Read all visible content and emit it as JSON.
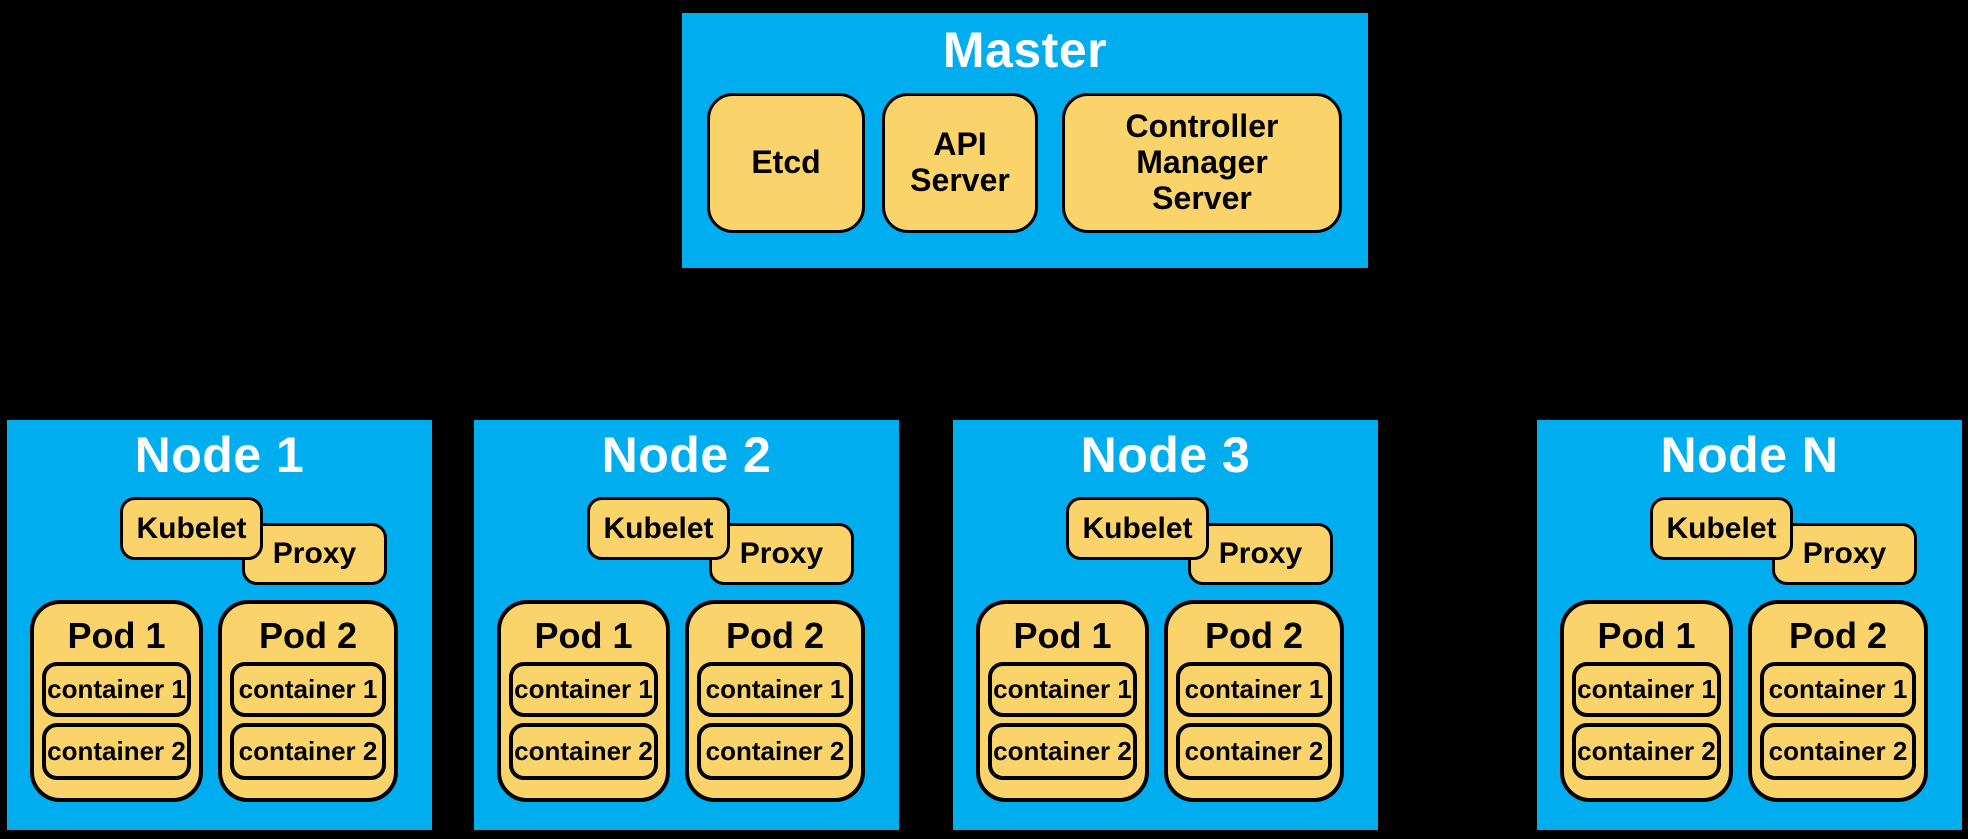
{
  "colors": {
    "background": "#000000",
    "panel": "#00AEEF",
    "box_fill": "#FAD46A",
    "outline": "#000000",
    "panel_title": "#FFFFFF",
    "label_text": "#000000"
  },
  "master": {
    "title": "Master",
    "components": [
      {
        "label": "Etcd"
      },
      {
        "label": "API Server"
      },
      {
        "label": "Controller Manager Server"
      }
    ]
  },
  "nodes": [
    {
      "title": "Node 1",
      "kubelet_label": "Kubelet",
      "proxy_label": "Proxy",
      "pods": [
        {
          "title": "Pod 1",
          "containers": [
            {
              "label": "container 1"
            },
            {
              "label": "container 2"
            }
          ]
        },
        {
          "title": "Pod 2",
          "containers": [
            {
              "label": "container 1"
            },
            {
              "label": "container 2"
            }
          ]
        }
      ]
    },
    {
      "title": "Node 2",
      "kubelet_label": "Kubelet",
      "proxy_label": "Proxy",
      "pods": [
        {
          "title": "Pod 1",
          "containers": [
            {
              "label": "container 1"
            },
            {
              "label": "container 2"
            }
          ]
        },
        {
          "title": "Pod 2",
          "containers": [
            {
              "label": "container 1"
            },
            {
              "label": "container 2"
            }
          ]
        }
      ]
    },
    {
      "title": "Node 3",
      "kubelet_label": "Kubelet",
      "proxy_label": "Proxy",
      "pods": [
        {
          "title": "Pod 1",
          "containers": [
            {
              "label": "container 1"
            },
            {
              "label": "container 2"
            }
          ]
        },
        {
          "title": "Pod 2",
          "containers": [
            {
              "label": "container 1"
            },
            {
              "label": "container 2"
            }
          ]
        }
      ]
    },
    {
      "title": "Node N",
      "kubelet_label": "Kubelet",
      "proxy_label": "Proxy",
      "pods": [
        {
          "title": "Pod 1",
          "containers": [
            {
              "label": "container 1"
            },
            {
              "label": "container 2"
            }
          ]
        },
        {
          "title": "Pod 2",
          "containers": [
            {
              "label": "container 1"
            },
            {
              "label": "container 2"
            }
          ]
        }
      ]
    }
  ]
}
